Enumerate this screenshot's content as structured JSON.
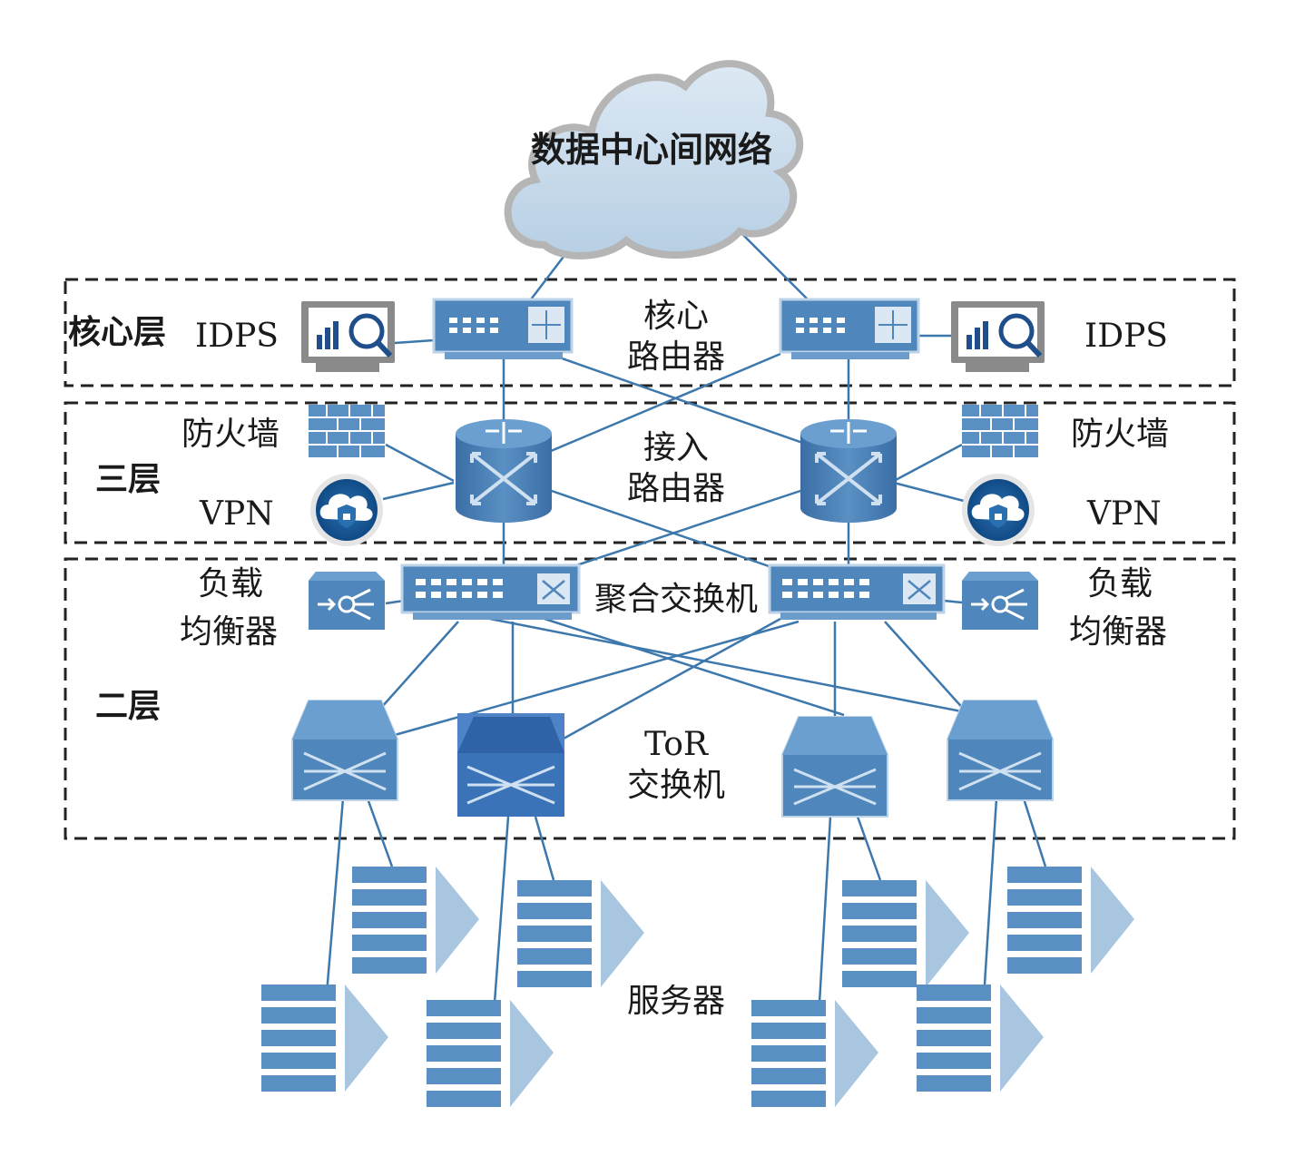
{
  "cloud": {
    "label": "数据中心间网络"
  },
  "layers": {
    "core": {
      "label": "核心层"
    },
    "l3": {
      "label": "三层"
    },
    "l2": {
      "label": "二层"
    }
  },
  "devices": {
    "idps_left": "IDPS",
    "idps_right": "IDPS",
    "core_router_line1": "核心",
    "core_router_line2": "路由器",
    "firewall_left": "防火墙",
    "firewall_right": "防火墙",
    "vpn_left": "VPN",
    "vpn_right": "VPN",
    "access_router_line1": "接入",
    "access_router_line2": "路由器",
    "agg_switch": "聚合交换机",
    "lb_left_line1": "负载",
    "lb_left_line2": "均衡器",
    "lb_right_line1": "负载",
    "lb_right_line2": "均衡器",
    "tor_line1": "ToR",
    "tor_line2": "交换机",
    "servers": "服务器"
  },
  "colors": {
    "device_blue": "#4f86bb",
    "device_dark": "#3a6ea5",
    "link": "#3d78ad",
    "highlight_tor": "#3b73b9",
    "server_tri": "#a9c6e0",
    "cloud_fill": "#c9dcec",
    "dash": "#222222"
  }
}
